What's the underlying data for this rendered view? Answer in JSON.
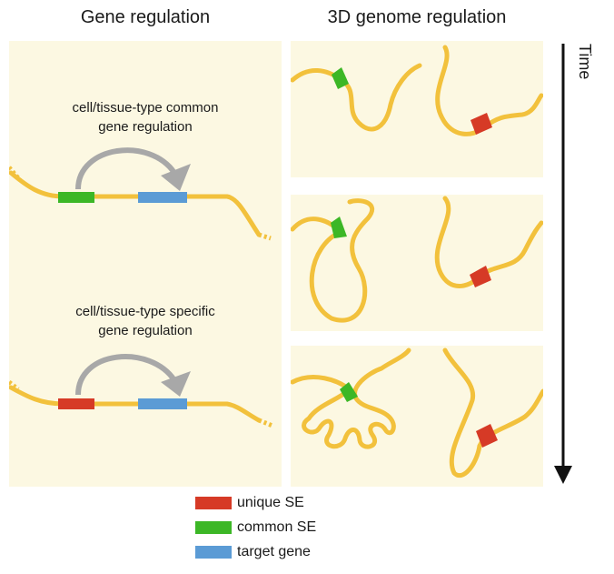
{
  "titles": {
    "left": "Gene regulation",
    "right": "3D genome regulation"
  },
  "captions": {
    "common_line1": "cell/tissue-type common",
    "common_line2": "gene regulation",
    "specific_line1": "cell/tissue-type specific",
    "specific_line2": "gene regulation"
  },
  "time_label": "Time",
  "legend": [
    {
      "label": "unique SE",
      "color": "#d63a26"
    },
    {
      "label": "common SE",
      "color": "#3cb726"
    },
    {
      "label": "target gene",
      "color": "#5b9bd5"
    }
  ],
  "colors": {
    "chromatin": "#f2c13c",
    "panel_bg": "#fcf8e2",
    "arrow_gray": "#a8a8a8"
  }
}
